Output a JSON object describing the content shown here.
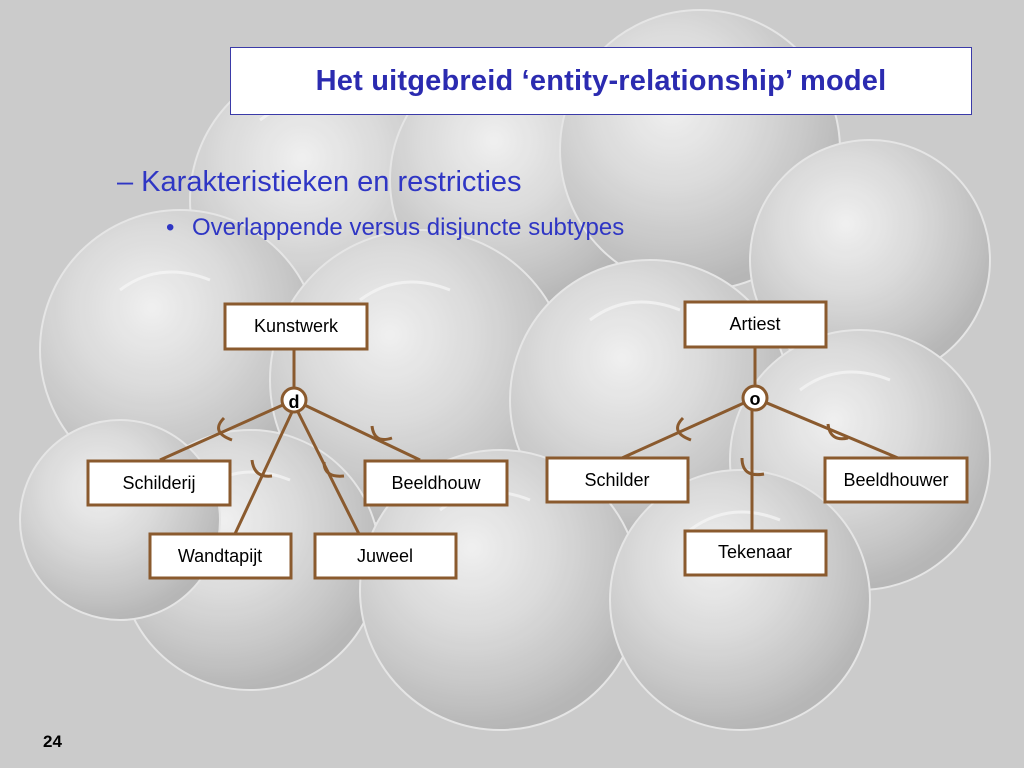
{
  "slide": {
    "title": "Het uitgebreid ‘entity-relationship’ model",
    "bullet_level1": "– Karakteristieken en restricties",
    "bullet_level2_marker": "•",
    "bullet_level2": "Overlappende versus disjuncte subtypes",
    "page_number": "24"
  },
  "colors": {
    "title_text": "#2b2bb0",
    "bullet_text": "#2f36c4",
    "connector": "#8a5a2e",
    "entity_border": "#8a5a2e"
  },
  "diagram": {
    "left": {
      "supertype": "Kunstwerk",
      "constraint": "d",
      "subtypes": [
        "Schilderij",
        "Beeldhouw",
        "Wandtapijt",
        "Juweel"
      ]
    },
    "right": {
      "supertype": "Artiest",
      "constraint": "o",
      "subtypes": [
        "Schilder",
        "Beeldhouwer",
        "Tekenaar"
      ]
    }
  }
}
